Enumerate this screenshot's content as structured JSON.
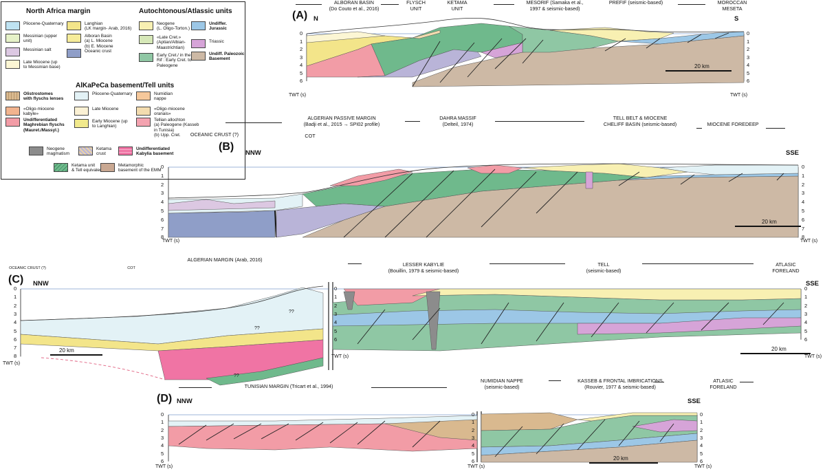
{
  "legend": {
    "groups": {
      "north_africa": "North Africa margin",
      "autochthonous": "Autochtonous/Atlassic units",
      "alkapeca": "AlKaPeCa basement/Tell units"
    },
    "items": [
      {
        "id": "plio",
        "label": "Pliocene-Quaternary",
        "color": "#bfe3f2",
        "bold": false
      },
      {
        "id": "mess",
        "label": "Messinian (upper\nunit)",
        "color": "#e6f2c8",
        "bold": false
      },
      {
        "id": "messalt",
        "label": "Messinian salt",
        "color": "#dcc8e2",
        "bold": false
      },
      {
        "id": "latemio",
        "label": "Late Miocene (up\nto Messinian base)",
        "color": "#fcf6d4",
        "bold": false
      },
      {
        "id": "langh",
        "label": "Langhian\n(LK margin- Arab, 2016)",
        "color": "#f3e58a",
        "bold": false
      },
      {
        "id": "alboran",
        "label": "Alboran Basin\n(a) L. Miocene\n(b) E. Miocene",
        "color": "#f6ec9a",
        "bold": false
      },
      {
        "id": "oceanic",
        "label": "Oceanic crust",
        "color": "#8f9ec8",
        "bold": false
      },
      {
        "id": "neogene",
        "label": "Neogene\n(L. Oligo-Torton.)",
        "color": "#f8f0b2",
        "bold": false
      },
      {
        "id": "latecret",
        "label": "«Late Cret.»\n(Aptian/Albian-\nMaastrichtian)",
        "color": "#d6e8b8",
        "bold": false
      },
      {
        "id": "earlycret",
        "label": "Early Cret./ in the\nRif : Early Cret. to\nPaleogene",
        "color": "#8fc7a4",
        "bold": false
      },
      {
        "id": "jurassic",
        "label": "Undiffer.\nJurassic",
        "color": "#9cc7e6",
        "bold": true
      },
      {
        "id": "triassic",
        "label": "Triassic",
        "color": "#d6a4d8",
        "bold": false
      },
      {
        "id": "paleozoic",
        "label": "Undiff. Paleozoic\nBasement",
        "color": "#cdb9a5",
        "bold": true
      },
      {
        "id": "olisto",
        "label": "Olistrostomes\nwith flyschs lenses",
        "color": "#d9b98f",
        "bold": true
      },
      {
        "id": "oligokab",
        "label": "«Oligo-miocene\nkabyle»",
        "color": "#f2b48f",
        "bold": false
      },
      {
        "id": "flysch",
        "label": "Undifferentiated\nMaghrebian flyschs\n(Mauret./Massyl.)",
        "color": "#f29ca6",
        "bold": true
      },
      {
        "id": "plio2",
        "label": "Pliocene-Quaternary",
        "color": "#e3f2f6",
        "bold": false
      },
      {
        "id": "latemio2",
        "label": "Late Miocene",
        "color": "#fbf1d4",
        "bold": false
      },
      {
        "id": "earlymio",
        "label": "Early Miocene (up\nto Langhian)",
        "color": "#f1e98c",
        "bold": false
      },
      {
        "id": "numid",
        "label": "Numidian\nnappe",
        "color": "#f6c89b",
        "bold": false
      },
      {
        "id": "oligoran",
        "label": "«Oligo-miocene\noranais»",
        "color": "#f3dcaf",
        "bold": false
      },
      {
        "id": "tellian",
        "label": "Tellian allochton\n(a) Paleogene (Kasseb\nin Tunisia)\n(b) Upp. Cret.",
        "color": "#f4a3b0",
        "bold": false
      },
      {
        "id": "magmat",
        "label": "Neogene\nmagmatism",
        "color": "#8c8c8c",
        "bold": false
      },
      {
        "id": "ketcrust",
        "label": "Ketama\ncrust",
        "color": "#b9b4d8",
        "bold": false
      },
      {
        "id": "kabbase",
        "label": "Undifferentiated\nKabylia basement",
        "color": "#f074a4",
        "bold": true
      },
      {
        "id": "ketama",
        "label": "Ketama unit\n& Tell equivalent",
        "color": "#6fb98c",
        "bold": false
      },
      {
        "id": "meta",
        "label": "Metamorphic\nbasement of the EMM",
        "color": "#c9a892",
        "bold": false
      }
    ]
  },
  "sectionA": {
    "label": "(A)",
    "left_orient": "N",
    "right_orient": "S",
    "headers": [
      {
        "l1": "ALBORAN BASIN",
        "l2": "(Do Couto et al., 2016)"
      },
      {
        "l1": "FLYSCH",
        "l2": "UNIT"
      },
      {
        "l1": "KETAMA",
        "l2": "UNIT"
      },
      {
        "l1": "MESORIF (Samaka et al.,",
        "l2": "1997 & seismic-based)"
      },
      {
        "l1": "PREFIF (seismic-based)",
        "l2": ""
      },
      {
        "l1": "MOROCCAN",
        "l2": "MESETA"
      }
    ],
    "ticks": [
      "0",
      "1",
      "2",
      "3",
      "4",
      "5",
      "6"
    ],
    "twt": "TWT (s)",
    "scale": "20 km"
  },
  "sectionB": {
    "label": "(B)",
    "left_orient": "NNW",
    "right_orient": "SSE",
    "headers": [
      {
        "l1": "ALGERIAN PASSIVE MARGIN",
        "l2": "(Badji et al., 2015 → SPI02 profile)"
      },
      {
        "l1": "DAHRA MASSIF",
        "l2": "(Delteil, 1974)"
      },
      {
        "l1": "TELL BELT & MIOCENE",
        "l2": "CHELIFF BASIN (seismic-based)"
      },
      {
        "l1": "MIOCENE FOREDEEP",
        "l2": ""
      }
    ],
    "oceanic": "OCEANIC CRUST (?)",
    "cot": "COT",
    "ticks": [
      "0",
      "1",
      "2",
      "3",
      "4",
      "5",
      "6",
      "7",
      "8"
    ],
    "twt": "TWT (s)",
    "scale": "20 km"
  },
  "sectionC": {
    "label": "(C)",
    "left_orient": "NNW",
    "right_orient": "SSE",
    "headers": [
      {
        "l1": "ALGERIAN MARGIN (Arab, 2016)",
        "l2": ""
      },
      {
        "l1": "LESSER KABYLIE",
        "l2": "(Bouillin, 1979 & seismic-based)"
      },
      {
        "l1": "TELL",
        "l2": "(seismic-based)"
      },
      {
        "l1": "ATLASIC",
        "l2": "FORELAND"
      }
    ],
    "oceanic": "OCEANIC CRUST (?)",
    "cot": "COT",
    "ticks": [
      "0",
      "1",
      "2",
      "3",
      "4",
      "5",
      "6",
      "7",
      "8"
    ],
    "ticks_right": [
      "0",
      "1",
      "2",
      "3",
      "4",
      "5",
      "6"
    ],
    "twt": "TWT (s)",
    "scale": "20 km",
    "q": "??"
  },
  "sectionD": {
    "label": "(D)",
    "left_orient": "NNW",
    "right_orient": "SSE",
    "headers": [
      {
        "l1": "TUNISIAN MARGIN (Tricart et al., 1994)",
        "l2": ""
      },
      {
        "l1": "NUMIDIAN NAPPE",
        "l2": "(seismic-based)"
      },
      {
        "l1": "KASSEB & FRONTAL IMBRICATIONS",
        "l2": "(Rouvier, 1977 & seismic-based)"
      },
      {
        "l1": "ATLASIC",
        "l2": "FORELAND"
      }
    ],
    "ticks": [
      "0",
      "1",
      "2",
      "3",
      "4",
      "5",
      "6"
    ],
    "twt": "TWT (s)",
    "scale": "20 km"
  }
}
